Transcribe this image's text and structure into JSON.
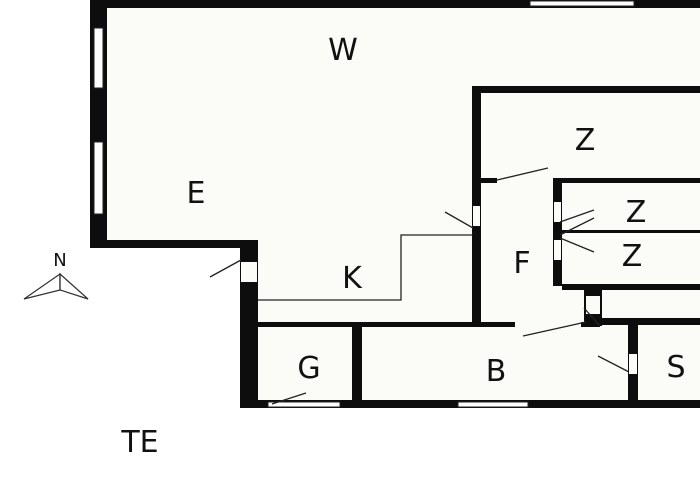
{
  "plan": {
    "compass": {
      "label": "N",
      "icon": "north-arrow-icon"
    },
    "rooms": {
      "w": "W",
      "e": "E",
      "k": "K",
      "z_upper": "Z",
      "z_mid": "Z",
      "z_lower": "Z",
      "f": "F",
      "g": "G",
      "b": "B",
      "s": "S",
      "te": "TE"
    },
    "colors": {
      "wall": "#0d0d0d",
      "floor": "#fbfbf8",
      "outside": "#ffffff"
    }
  }
}
